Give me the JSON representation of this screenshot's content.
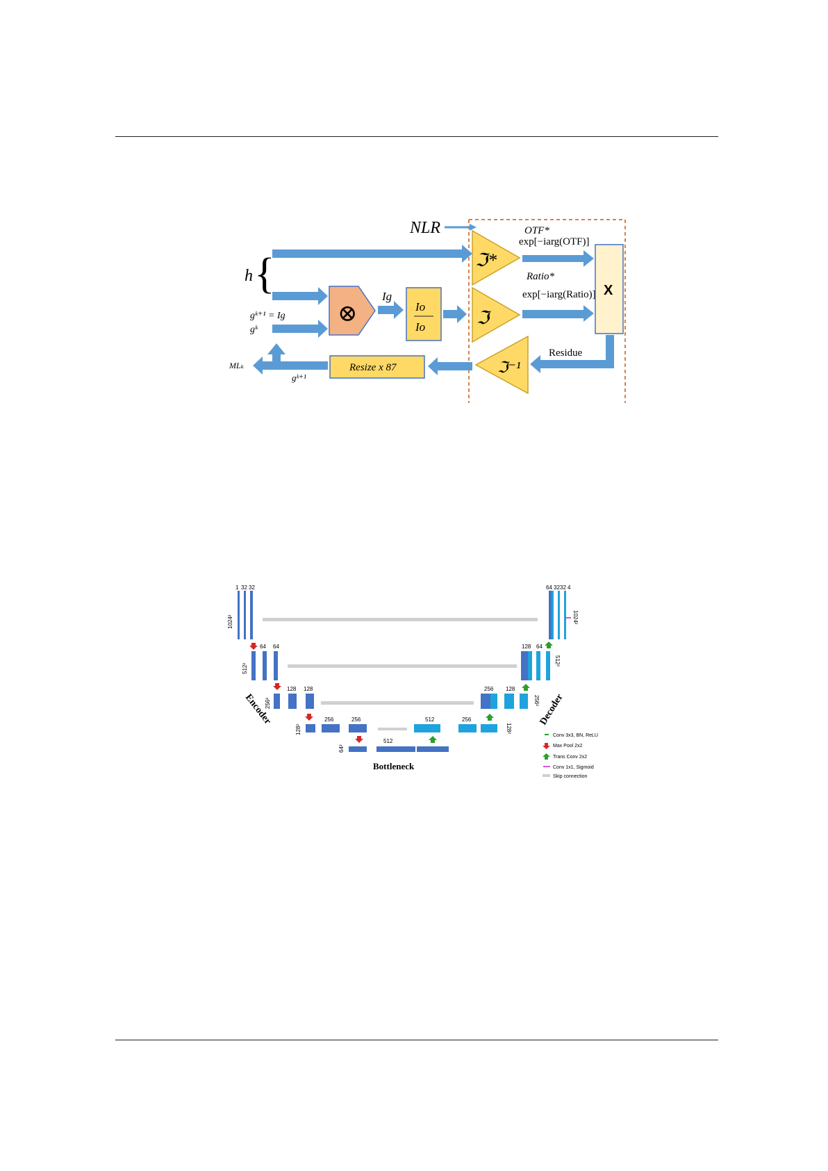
{
  "colors": {
    "arrow": "#5b9bd5",
    "tri_fill": "#ffd966",
    "tri_stroke": "#c9a227",
    "box_fill": "#ffd966",
    "box_stroke": "#4472c4",
    "mult_fill": "#f4b183",
    "x_box_fill": "#fff2cc",
    "dash": "#c55a11",
    "block_dark": "#4472c4",
    "block_light": "#1fa3dd",
    "skip": "#d0d0d0"
  },
  "fig1": {
    "nlr": "NLR",
    "h": "h",
    "brace": "{",
    "f_top": "ℑ*",
    "f_mid": "ℑ",
    "f_inv": "ℑ⁻¹",
    "otf": "OTF*",
    "exp_otf": "exp[−iarg(OTF)]",
    "ratio": "Ratio*",
    "exp_ratio": "exp[−iarg(Ratio)]",
    "ig": "Ig",
    "frac_num": "Io",
    "frac_den": "Io",
    "times": "⊗",
    "x": "X",
    "residue": "Residue",
    "resize": "Resize x 87",
    "k_label": "gᵏ⁺¹ = Ig",
    "gk_label": "gᵏ",
    "gk1_label": "gᵏ⁺¹",
    "ml_label": "MLₖ"
  },
  "fig2": {
    "encoder": "Encoder",
    "decoder": "Decoder",
    "bottleneck": "Bottleneck",
    "enc_top_ch": [
      "1",
      "32",
      "32"
    ],
    "enc_l2_ch": [
      "64",
      "64"
    ],
    "enc_l3_ch": [
      "128",
      "128"
    ],
    "enc_l4_ch": [
      "256",
      "256"
    ],
    "bott_ch": "512",
    "dec_top_ch": [
      "64",
      "32",
      "32",
      "4"
    ],
    "dec_l2_ch": [
      "128",
      "64"
    ],
    "dec_l3_ch": [
      "256",
      "128"
    ],
    "dec_l4_ch": [
      "512",
      "256"
    ],
    "size_l1": "1024²",
    "size_l2": "512²",
    "size_l3": "256²",
    "size_l4": "128²",
    "size_l5": "64²",
    "legend": [
      {
        "name": "legend-conv",
        "label": "Conv 3x3, BN, ReLU"
      },
      {
        "name": "legend-maxpool",
        "label": "Max Pool 2x2"
      },
      {
        "name": "legend-transconv",
        "label": "Trans Conv 2x2"
      },
      {
        "name": "legend-sigmoid",
        "label": "Conv 1x1, Sigmoid"
      },
      {
        "name": "legend-skip",
        "label": "Skip connection"
      }
    ]
  }
}
